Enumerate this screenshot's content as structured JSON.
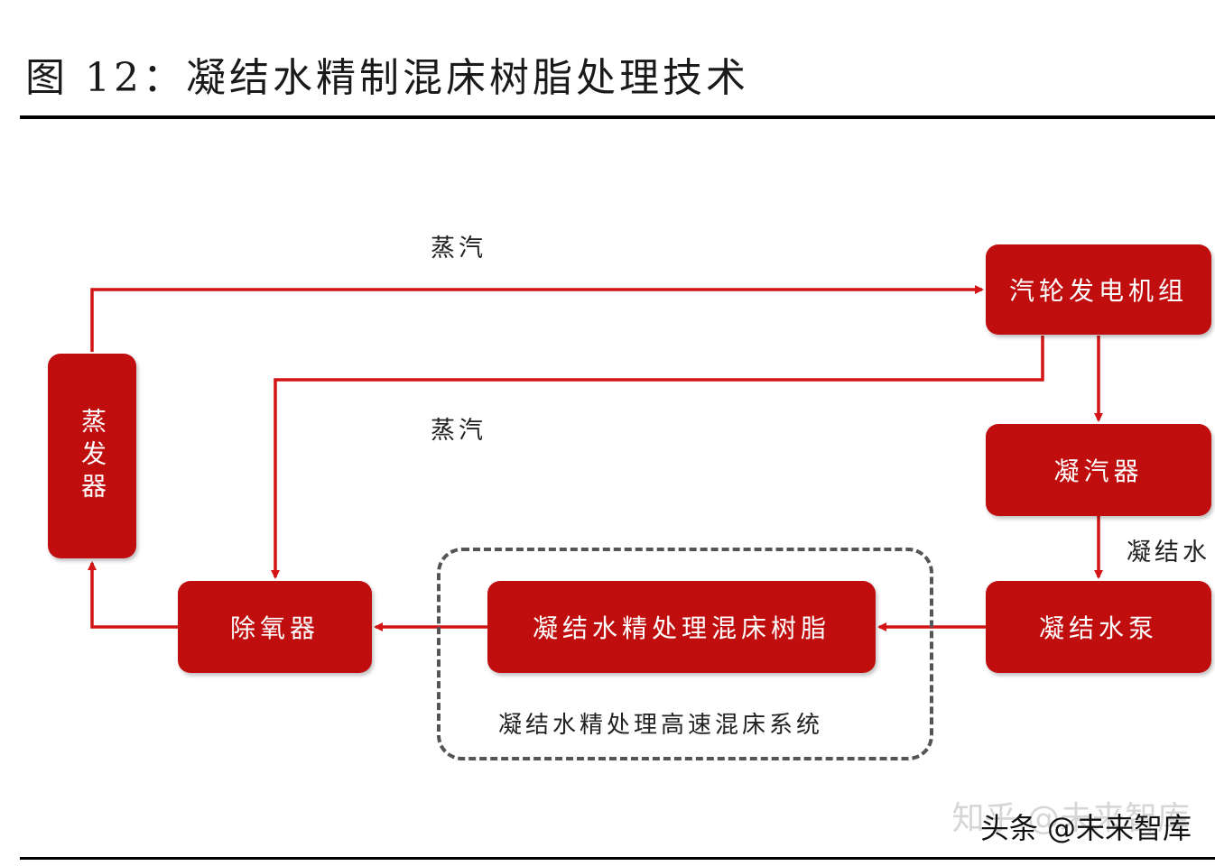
{
  "figure": {
    "title": "图 12：凝结水精制混床树脂处理技术"
  },
  "nodes": {
    "turbine": "汽轮发电机组",
    "evaporator": "蒸发器",
    "condenser": "凝汽器",
    "condensate_pump": "凝结水泵",
    "resin": "凝结水精处理混床树脂",
    "deaerator": "除氧器"
  },
  "edge_labels": {
    "steam_top": "蒸汽",
    "steam_middle": "蒸汽",
    "condensate": "凝结水"
  },
  "system_label": "凝结水精处理高速混床系统",
  "watermark": {
    "back": "知乎 @未来智库",
    "front": "头条 @未来智库"
  },
  "colors": {
    "box": "#c00d0d",
    "arrow": "#d21414"
  }
}
